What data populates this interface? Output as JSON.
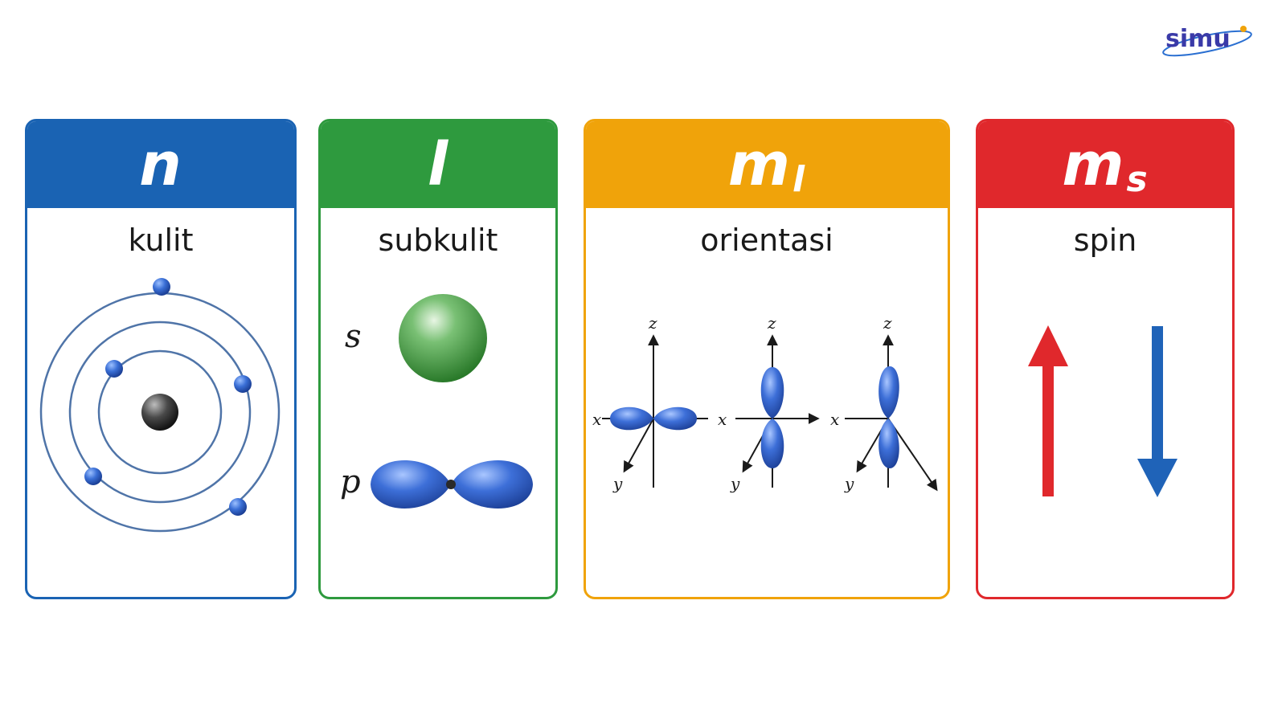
{
  "logo": {
    "text": "simu"
  },
  "cards": [
    {
      "symbol": "n",
      "subscript": "",
      "label": "kulit",
      "color": "#1a63b3"
    },
    {
      "symbol": "l",
      "subscript": "",
      "label": "subkulit",
      "color": "#2e9a3e",
      "orbitals": [
        "s",
        "p"
      ]
    },
    {
      "symbol": "m",
      "subscript": "l",
      "label": "orientasi",
      "color": "#f0a30a",
      "axes": [
        "z",
        "x",
        "y"
      ]
    },
    {
      "symbol": "m",
      "subscript": "s",
      "label": "spin",
      "color": "#e0282c"
    }
  ],
  "colors": {
    "orbital_blue": "#2e62c9",
    "s_orbital_green": "#3f9a3c",
    "nucleus": "#3a3a3a"
  }
}
